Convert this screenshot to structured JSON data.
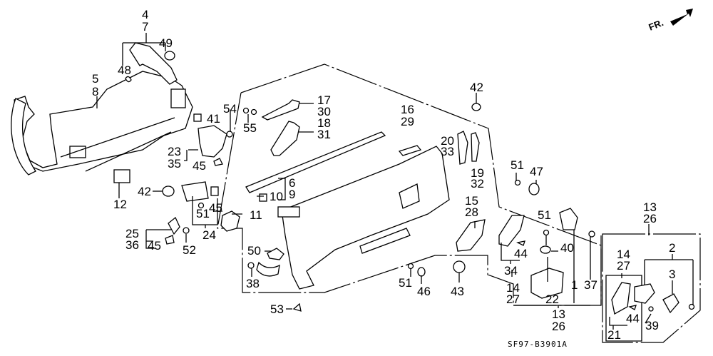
{
  "diagram": {
    "title": "Door lining exploded parts diagram",
    "drawing_code": "SF97-B3901A",
    "direction_marker": "FR.",
    "callouts": [
      {
        "id": "c4",
        "text": "4"
      },
      {
        "id": "c7",
        "text": "7"
      },
      {
        "id": "c49",
        "text": "49"
      },
      {
        "id": "c48",
        "text": "48"
      },
      {
        "id": "c5",
        "text": "5"
      },
      {
        "id": "c8",
        "text": "8"
      },
      {
        "id": "c54",
        "text": "54"
      },
      {
        "id": "c41",
        "text": "41"
      },
      {
        "id": "c55",
        "text": "55"
      },
      {
        "id": "c17",
        "text": "17"
      },
      {
        "id": "c30",
        "text": "30"
      },
      {
        "id": "c18",
        "text": "18"
      },
      {
        "id": "c31",
        "text": "31"
      },
      {
        "id": "c42a",
        "text": "42"
      },
      {
        "id": "c16",
        "text": "16"
      },
      {
        "id": "c29",
        "text": "29"
      },
      {
        "id": "c20",
        "text": "20"
      },
      {
        "id": "c33",
        "text": "33"
      },
      {
        "id": "c19",
        "text": "19"
      },
      {
        "id": "c32",
        "text": "32"
      },
      {
        "id": "c51a",
        "text": "51"
      },
      {
        "id": "c47",
        "text": "47"
      },
      {
        "id": "c23",
        "text": "23"
      },
      {
        "id": "c35",
        "text": "35"
      },
      {
        "id": "c45a",
        "text": "45"
      },
      {
        "id": "c12",
        "text": "12"
      },
      {
        "id": "c42b",
        "text": "42"
      },
      {
        "id": "c45b",
        "text": "45"
      },
      {
        "id": "c51b",
        "text": "51"
      },
      {
        "id": "c24",
        "text": "24"
      },
      {
        "id": "c6",
        "text": "6"
      },
      {
        "id": "c9",
        "text": "9"
      },
      {
        "id": "c10",
        "text": "10"
      },
      {
        "id": "c11",
        "text": "11"
      },
      {
        "id": "c25",
        "text": "25"
      },
      {
        "id": "c36",
        "text": "36"
      },
      {
        "id": "c45c",
        "text": "45"
      },
      {
        "id": "c52",
        "text": "52"
      },
      {
        "id": "c50",
        "text": "50"
      },
      {
        "id": "c38",
        "text": "38"
      },
      {
        "id": "c53",
        "text": "53"
      },
      {
        "id": "c15",
        "text": "15"
      },
      {
        "id": "c28",
        "text": "28"
      },
      {
        "id": "c51c",
        "text": "51"
      },
      {
        "id": "c46",
        "text": "46"
      },
      {
        "id": "c43",
        "text": "43"
      },
      {
        "id": "c34",
        "text": "34"
      },
      {
        "id": "c44a",
        "text": "44"
      },
      {
        "id": "c14a",
        "text": "14"
      },
      {
        "id": "c27a",
        "text": "27"
      },
      {
        "id": "c51d",
        "text": "51"
      },
      {
        "id": "c40",
        "text": "40"
      },
      {
        "id": "c22",
        "text": "22"
      },
      {
        "id": "c1",
        "text": "1"
      },
      {
        "id": "c37",
        "text": "37"
      },
      {
        "id": "c13a",
        "text": "13"
      },
      {
        "id": "c26a",
        "text": "26"
      },
      {
        "id": "c13b",
        "text": "13"
      },
      {
        "id": "c26b",
        "text": "26"
      },
      {
        "id": "c14b",
        "text": "14"
      },
      {
        "id": "c27b",
        "text": "27"
      },
      {
        "id": "c2",
        "text": "2"
      },
      {
        "id": "c3",
        "text": "3"
      },
      {
        "id": "c44b",
        "text": "44"
      },
      {
        "id": "c39",
        "text": "39"
      },
      {
        "id": "c21",
        "text": "21"
      }
    ]
  }
}
